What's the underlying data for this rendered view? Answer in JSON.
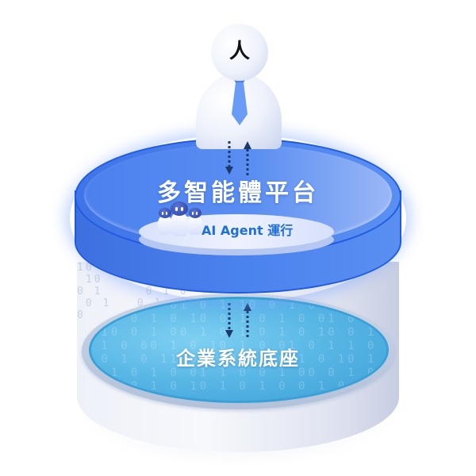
{
  "diagram": {
    "type": "layered-cylinder-architecture",
    "layers": [
      {
        "id": "user",
        "label": "人",
        "icon": "person-icon"
      },
      {
        "id": "platform",
        "label": "多智能體平台",
        "sub_label": "AI Agent 運行",
        "icon": "robot-group-icon"
      },
      {
        "id": "base",
        "label": "企業系統底座",
        "texture": "binary-digits"
      }
    ],
    "connections": [
      {
        "from": "user",
        "to": "platform",
        "style": "dotted-bidirectional"
      },
      {
        "from": "platform",
        "to": "base",
        "style": "dotted-bidirectional"
      }
    ]
  },
  "colors": {
    "platform_blue": "#4c80ee",
    "platform_border": "#1f5be0",
    "pool_cyan": "#5ab8e6",
    "agent_text": "#1e6fd8",
    "arrow": "#1b3a6b",
    "tie": "#5b8ef0"
  },
  "binary_wall": "10        01\n 10      0 1\n0 1     0 1 0\n 0 1   0 1 1\n0     1 0",
  "binary_pool": " 0  1 0 01 0 1 10 0 1 0 10 1 01\n 01 0 1 0 10 0 1 0 1 0 01 0 1\n 10 0 1 00 1 0 1 0 1 0 10 0 1 0\n 1 0 00 1 0 10 1 0 01 0 1 1 0\n 0 1 0 11 0 1 0 01 0 1 0 10 1\n  1 0 1 0 01 1 0 0 1 00 0 1 0\n    0 1 0 10 1 0 1 0 0 1 0"
}
